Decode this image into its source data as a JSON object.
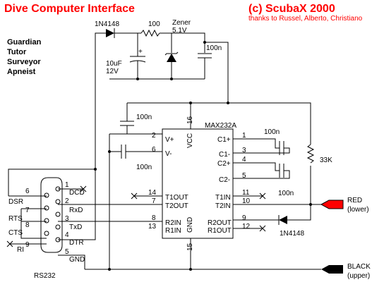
{
  "header": {
    "title": "Dive Computer Interface",
    "copyright": "(c) ScubaX 2000",
    "thanks": "thanks to Russel, Alberto, Christiano"
  },
  "models": [
    "Guardian",
    "Tutor",
    "Surveyor",
    "Apneist"
  ],
  "components": {
    "diode_top": "1N4148",
    "resistor_top": "100",
    "zener_name": "Zener",
    "zener_value": "5.1V",
    "cap_zener": "100n",
    "electrolytic_value": "10uF",
    "electrolytic_voltage": "12V",
    "electrolytic_plus": "+",
    "cap_power": "100n",
    "cap_vplus": "100n",
    "cap_vminus": "100n",
    "cap_c1": "100n",
    "cap_c2": "100n",
    "resistor_pullup": "33K",
    "diode_bottom": "1N4148"
  },
  "ic": {
    "name": "MAX232A",
    "vcc": "VCC",
    "gnd": "GND",
    "left_pins": [
      {
        "num": "2",
        "label": "V+"
      },
      {
        "num": "6",
        "label": "V-"
      },
      {
        "num": "14",
        "label": "T1OUT"
      },
      {
        "num": "7",
        "label": "T2OUT"
      },
      {
        "num": "8",
        "label": "R2IN"
      },
      {
        "num": "13",
        "label": "R1IN"
      }
    ],
    "right_pins": [
      {
        "num": "1",
        "label": "C1+"
      },
      {
        "num": "3",
        "label": "C1-"
      },
      {
        "num": "4",
        "label": "C2+"
      },
      {
        "num": "5",
        "label": "C2-"
      },
      {
        "num": "11",
        "label": "T1IN"
      },
      {
        "num": "10",
        "label": "T2IN"
      },
      {
        "num": "9",
        "label": "R2OUT"
      },
      {
        "num": "12",
        "label": "R1OUT"
      }
    ],
    "top_pin": "16",
    "bottom_pin": "15"
  },
  "rs232": {
    "label": "RS232",
    "left_pins": [
      {
        "num": "6",
        "label": "DSR"
      },
      {
        "num": "7",
        "label": "RTS"
      },
      {
        "num": "8",
        "label": "CTS"
      },
      {
        "num": "9",
        "label": "RI"
      }
    ],
    "right_pins": [
      {
        "num": "1",
        "label": "DCD"
      },
      {
        "num": "2",
        "label": "RxD"
      },
      {
        "num": "3",
        "label": "TxD"
      },
      {
        "num": "4",
        "label": "DTR"
      },
      {
        "num": "5",
        "label": "GND"
      }
    ]
  },
  "leads": {
    "red": "RED",
    "red_sub": "(lower)",
    "black": "BLACK",
    "black_sub": "(upper)",
    "red_color": "#ff0000",
    "black_color": "#000000"
  },
  "colors": {
    "title": "#ff0000",
    "ink": "#000000",
    "background": "#ffffff"
  }
}
